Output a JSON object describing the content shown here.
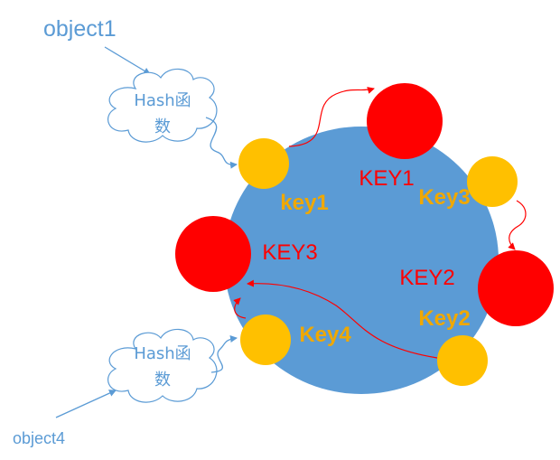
{
  "diagram": {
    "objects": {
      "object1": "object1",
      "object4": "object4"
    },
    "hash_function": {
      "top": {
        "line1": "Hash函",
        "line2": "数"
      },
      "bottom": {
        "line1": "Hash函",
        "line2": "数"
      }
    },
    "keys": {
      "key1": "key1",
      "key2": "Key2",
      "key3": "Key3",
      "key4": "Key4"
    },
    "nodes": {
      "node1": "KEY1",
      "node2": "KEY2",
      "node3": "KEY3"
    },
    "colors": {
      "ring": "#5b9bd5",
      "key_dot": "#ffc000",
      "server_node": "#ff0000",
      "label_blue": "#5b9bd5",
      "key_label": "#f0a800",
      "arrow_red": "#ff0000"
    }
  }
}
